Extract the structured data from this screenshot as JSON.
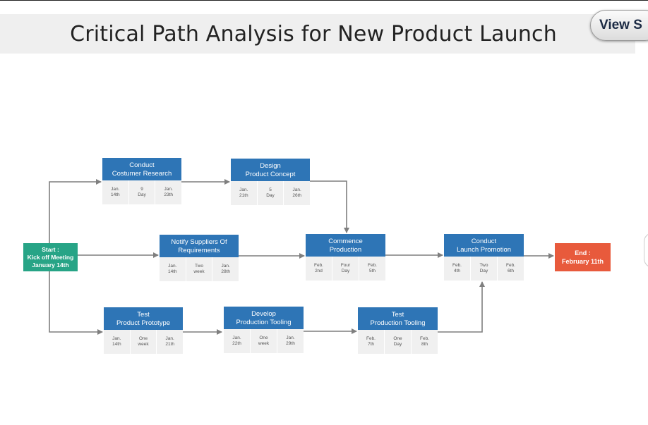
{
  "title": "Critical Path Analysis for New Product Launch",
  "view_button": "View S",
  "start": {
    "line1": "Start :",
    "line2": "Kick off Meeting",
    "line3": "January 14th"
  },
  "end": {
    "line1": "End :",
    "line2": "February 11th"
  },
  "tasks": [
    {
      "id": "conduct-costumer-research",
      "title1": "Conduct",
      "title2": "Costumer Research",
      "start": "Jan.\n14th",
      "duration": "9\nDay",
      "finish": "Jan.\n23th"
    },
    {
      "id": "design-product-concept",
      "title1": "Design",
      "title2": "Product Concept",
      "start": "Jan.\n21th",
      "duration": "5\nDay",
      "finish": "Jan.\n26th"
    },
    {
      "id": "notify-suppliers",
      "title1": "Notify Suppliers Of",
      "title2": "Requirements",
      "start": "Jan.\n14th",
      "duration": "Two\nweek",
      "finish": "Jan.\n28th"
    },
    {
      "id": "commence-production",
      "title1": "Commence",
      "title2": "Production",
      "start": "Feb.\n2nd",
      "duration": "Four\nDay",
      "finish": "Feb.\n5th"
    },
    {
      "id": "conduct-launch-promotion",
      "title1": "Conduct",
      "title2": "Launch Promotion",
      "start": "Feb.\n4th",
      "duration": "Two\nDay",
      "finish": "Feb.\n6th"
    },
    {
      "id": "test-product-prototype",
      "title1": "Test",
      "title2": "Product Prototype",
      "start": "Jan.\n14th",
      "duration": "One\nweek",
      "finish": "Jan.\n21th"
    },
    {
      "id": "develop-production-tooling",
      "title1": "Develop",
      "title2": "Production Tooling",
      "start": "Jan.\n22th",
      "duration": "One\nweek",
      "finish": "Jan.\n29th"
    },
    {
      "id": "test-production-tooling",
      "title1": "Test",
      "title2": "Production Tooling",
      "start": "Feb.\n7th",
      "duration": "One\nDay",
      "finish": "Feb.\n8th"
    }
  ],
  "colors": {
    "task_header": "#2e75b6",
    "start": "#27a486",
    "end": "#e85a3c",
    "connector": "#7f7f7f"
  }
}
